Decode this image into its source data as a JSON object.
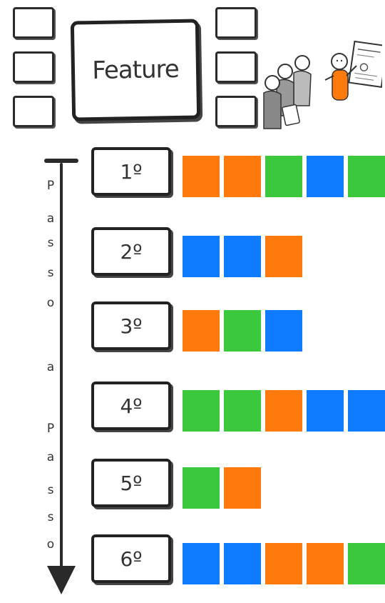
{
  "colors": {
    "orange": "#ff7a0d",
    "green": "#3cc83c",
    "blue": "#0f7bff"
  },
  "header": {
    "feature_label": "Feature"
  },
  "arrow": {
    "letters": [
      "P",
      "a",
      "s",
      "s",
      "o",
      "a",
      "P",
      "a",
      "s",
      "s",
      "o"
    ]
  },
  "steps": [
    {
      "label": "1º",
      "blocks": [
        "orange",
        "orange",
        "green",
        "blue",
        "green"
      ]
    },
    {
      "label": "2º",
      "blocks": [
        "blue",
        "blue",
        "orange"
      ]
    },
    {
      "label": "3º",
      "blocks": [
        "orange",
        "green",
        "blue"
      ]
    },
    {
      "label": "4º",
      "blocks": [
        "green",
        "green",
        "orange",
        "blue",
        "blue"
      ]
    },
    {
      "label": "5º",
      "blocks": [
        "green",
        "orange"
      ]
    },
    {
      "label": "6º",
      "blocks": [
        "blue",
        "blue",
        "orange",
        "orange",
        "green"
      ]
    }
  ]
}
